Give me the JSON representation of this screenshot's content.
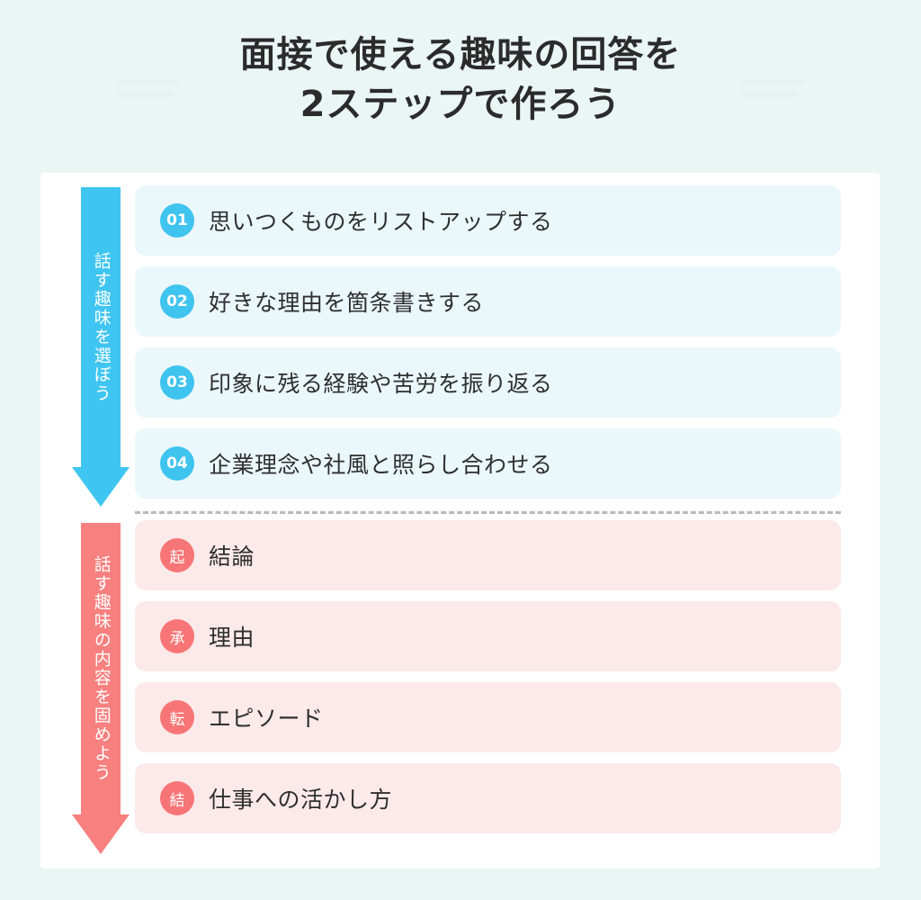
{
  "title": {
    "line1": "面接で使える趣味の回答を",
    "line2": "2ステップで作ろう"
  },
  "colors": {
    "page_background": "#eaf6f4",
    "card_background": "#ffffff",
    "blue_accent": "#3fc5f2",
    "blue_row_background": "#eaf7fb",
    "blue_badge": "#3fc3ef",
    "pink_accent": "#f8807f",
    "pink_row_background": "#fce9ea",
    "pink_badge": "#f77576",
    "title_text": "#2b2b2b",
    "row_text": "#2f2f2f",
    "divider": "#b9b9b9",
    "decoration": "#e6eff2"
  },
  "sections": [
    {
      "id": "step-1",
      "arrow_label": "話す趣味を選ぼう",
      "accent": "#3fc5f2",
      "items": [
        {
          "badge": "01",
          "text": "思いつくものをリストアップする"
        },
        {
          "badge": "02",
          "text": "好きな理由を箇条書きする"
        },
        {
          "badge": "03",
          "text": "印象に残る経験や苦労を振り返る"
        },
        {
          "badge": "04",
          "text": "企業理念や社風と照らし合わせる"
        }
      ]
    },
    {
      "id": "step-2",
      "arrow_label": "話す趣味の内容を固めよう",
      "accent": "#f8807f",
      "items": [
        {
          "badge": "起",
          "text": "結論"
        },
        {
          "badge": "承",
          "text": "理由"
        },
        {
          "badge": "転",
          "text": "エピソード"
        },
        {
          "badge": "結",
          "text": "仕事への活かし方"
        }
      ]
    }
  ]
}
